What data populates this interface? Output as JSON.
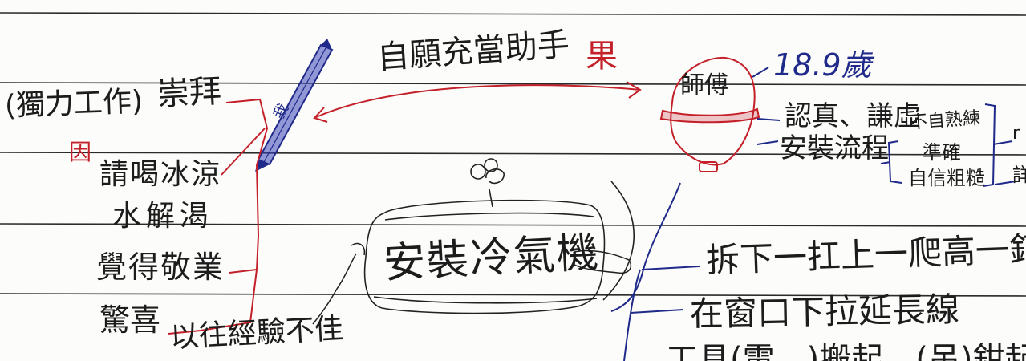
{
  "colors": {
    "ink": "#1c1c1c",
    "red": "#c4202a",
    "blue": "#1f2a8a",
    "rule": "#2a2a2a",
    "paper": "#fcfcfa"
  },
  "icons": [
    "pencil-icon",
    "air-conditioner-sketch",
    "hard-hat-sketch",
    "hook-sketch"
  ],
  "left": {
    "solo_work": "(獨力工作)",
    "admire": "崇拜",
    "cause_mark": "因",
    "treat_ice": "請喝冰涼",
    "water_cool": "水解渴",
    "feel_respect": "覺得敬業",
    "surprise": "驚喜",
    "past_exp": "以往經驗不佳"
  },
  "pencil_label": "我",
  "top_link": {
    "label": "自願充當助手",
    "effect_mark": "果"
  },
  "center": {
    "label": "安裝冷氣機"
  },
  "master": {
    "label": "師傅",
    "age": "18.9歲",
    "serious": "認真、謙虛",
    "install_flow": "安裝流程",
    "sub_a": "不自熟練",
    "sub_b": "準確",
    "sub_c": "自信粗糙",
    "cut_a": "r",
    "cut_b": "詳"
  },
  "steps": {
    "s1": "拆下一扛上一爬高一釘落",
    "s2": "在窗口下拉延長線",
    "s3": "工具(電…)搬起…(吊)鉗起"
  }
}
